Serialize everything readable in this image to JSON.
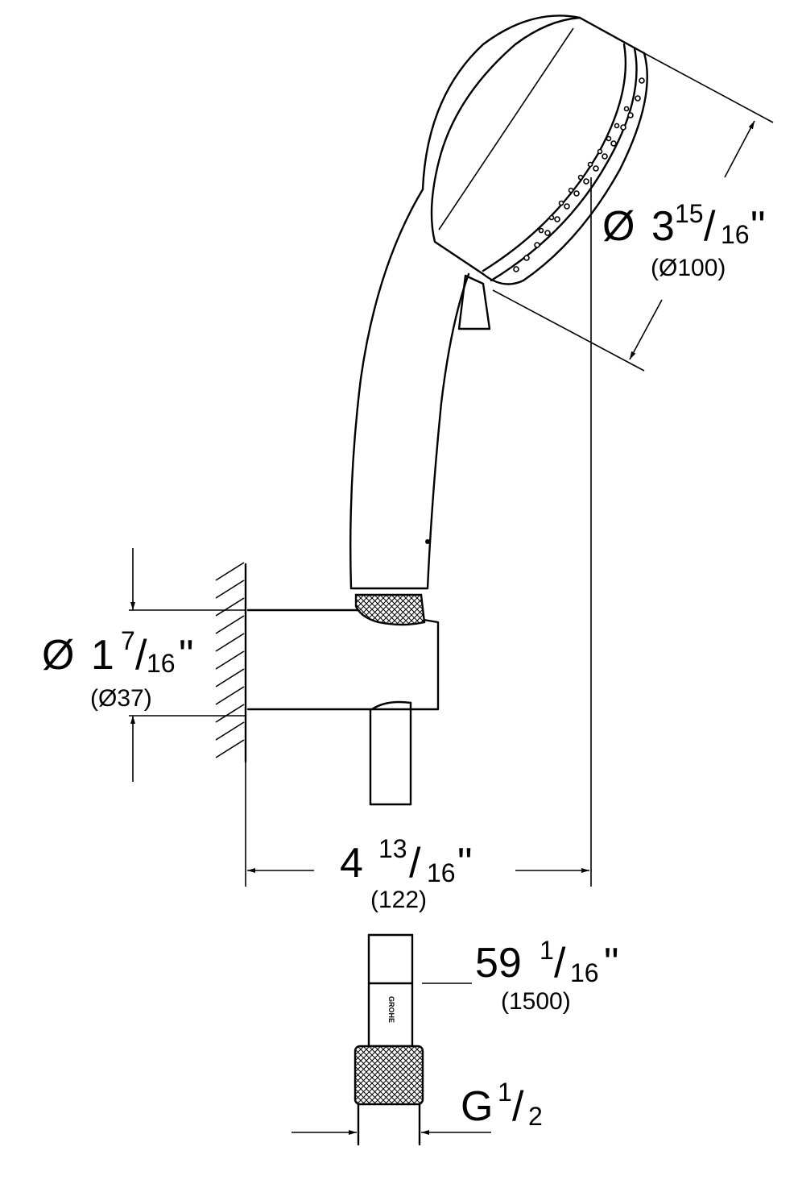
{
  "dimensions": {
    "head_diameter": {
      "symbol": "Ø",
      "whole": "3",
      "num": "15",
      "den": "16",
      "inch_mark": "\"",
      "metric": "(Ø100)"
    },
    "holder_diameter": {
      "symbol": "Ø",
      "whole": "1",
      "num": "7",
      "den": "16",
      "inch_mark": "\"",
      "metric": "(Ø37)"
    },
    "projection": {
      "whole": "4",
      "num": "13",
      "den": "16",
      "inch_mark": "\"",
      "metric": "(122)"
    },
    "hose_length": {
      "whole": "59",
      "num": "1",
      "den": "16",
      "inch_mark": "\"",
      "metric": "(1500)"
    },
    "thread": {
      "prefix": "G",
      "num": "1",
      "den": "2"
    }
  },
  "hose_logo": "GROHE"
}
